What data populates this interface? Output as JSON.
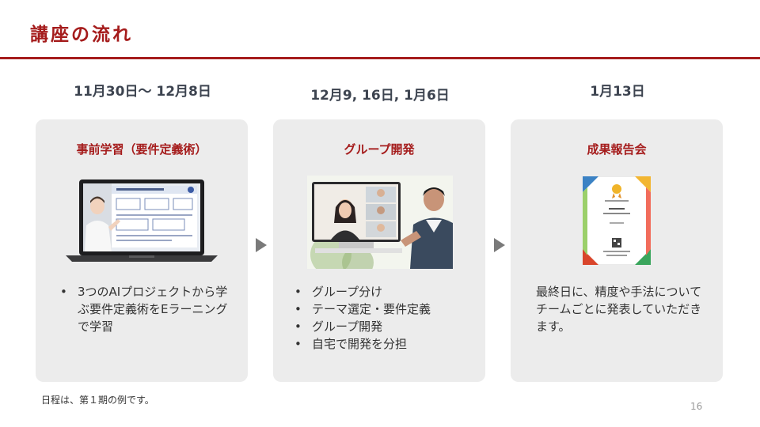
{
  "header": {
    "title": "講座の流れ"
  },
  "steps": [
    {
      "date": "11月30日～ 12月8日",
      "title": "事前学習（要件定義術）",
      "bullets": [
        "3つのAIプロジェクトから学ぶ要件定義術をEラーニングで学習"
      ]
    },
    {
      "date": "12月9, 16日, 1月6日",
      "title": "グループ開発",
      "bullets": [
        "グループ分け",
        "テーマ選定・要件定義",
        "グループ開発",
        "自宅で開発を分担"
      ]
    },
    {
      "date": "1月13日",
      "title": "成果報告会",
      "text": "最終日に、精度や手法についてチームごとに発表していただきます。"
    }
  ],
  "footer": {
    "note": "日程は、第１期の例です。",
    "page": "16"
  },
  "colors": {
    "accent": "#a51c1c",
    "card_bg": "#ececec",
    "date_text": "#3d4450",
    "arrow": "#7a7a7a"
  }
}
